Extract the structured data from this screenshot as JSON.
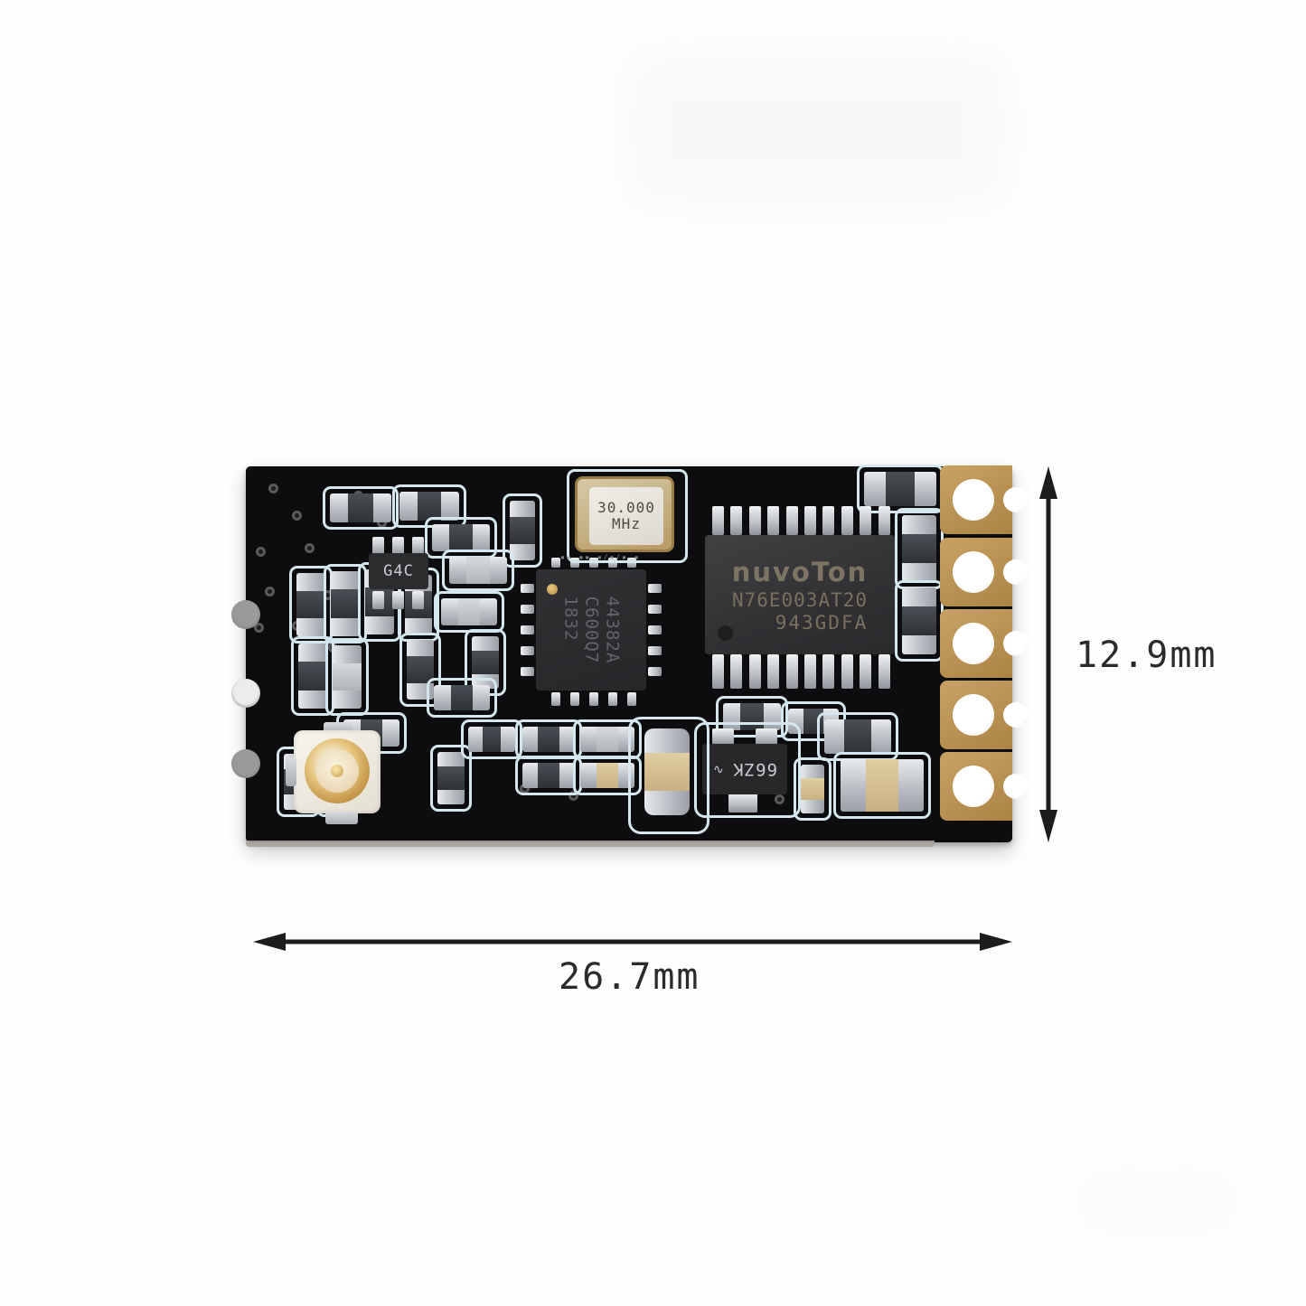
{
  "scene": {
    "description": "PCB wireless module product photo with dimensions",
    "background_color": "#fefefe",
    "board_color": "#0d0d0f",
    "silkscreen_color": "#d4e7ee",
    "gold_color": "#c8a265"
  },
  "annotations": {
    "height_label": "12.9mm",
    "width_label": "26.7mm",
    "arrow_color": "#1c1c1c"
  },
  "components": {
    "crystal": {
      "line1": "30.000",
      "line2": "MHz"
    },
    "mcu": {
      "brand": "nuvoTon",
      "part": "N76E003AT20",
      "lot": "943GDFA"
    },
    "rf_chip": {
      "line1": "44382A",
      "line2": "C600Q7",
      "line3": "1832"
    },
    "regulator": {
      "marking": "66ZK"
    },
    "transistor": {
      "marking": "G4C"
    }
  }
}
